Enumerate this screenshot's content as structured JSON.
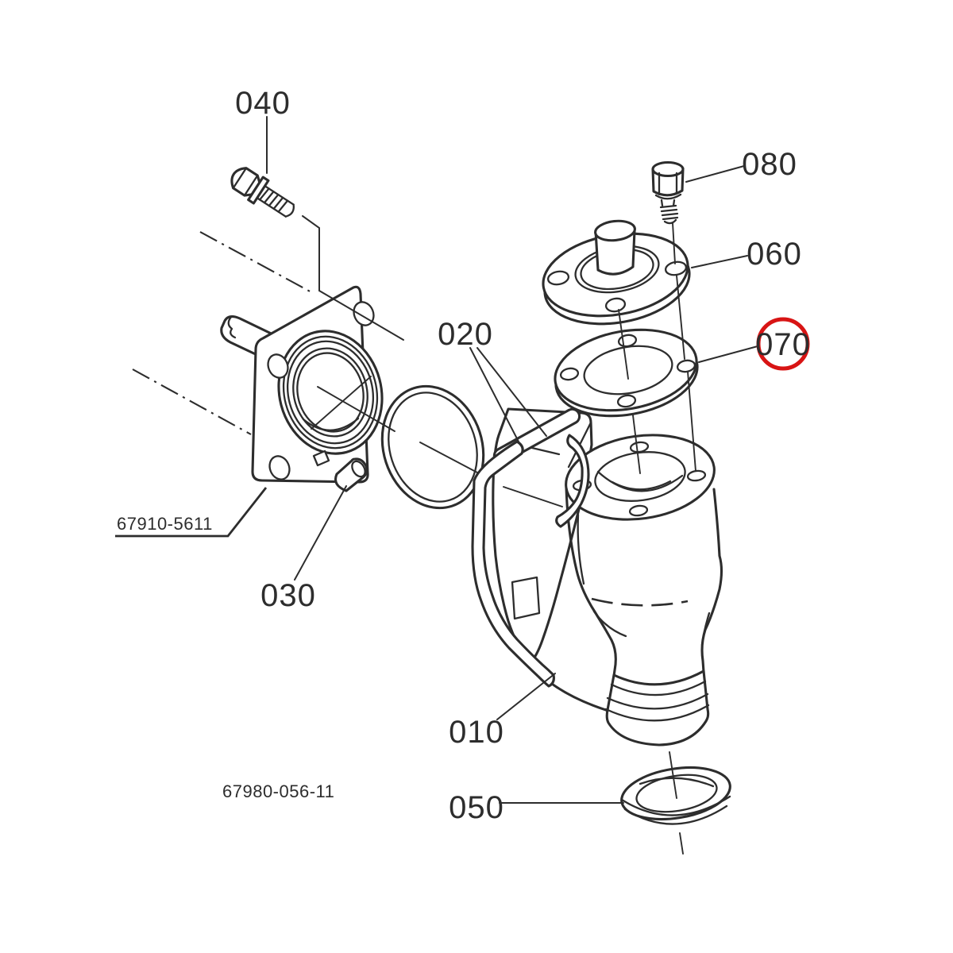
{
  "diagram": {
    "background_color": "#ffffff",
    "line_color": "#2d2d2d",
    "highlight_color": "#d81414",
    "highlighted_callout": "070",
    "callouts": [
      {
        "id": "040",
        "text": "040"
      },
      {
        "id": "080",
        "text": "080"
      },
      {
        "id": "060",
        "text": "060"
      },
      {
        "id": "070",
        "text": "070"
      },
      {
        "id": "020",
        "text": "020"
      },
      {
        "id": "030",
        "text": "030"
      },
      {
        "id": "010",
        "text": "010"
      },
      {
        "id": "050",
        "text": "050"
      }
    ],
    "part_codes": [
      {
        "text": "67910-5611",
        "underlined": true
      },
      {
        "text": "67980-056-11",
        "underlined": false
      }
    ]
  }
}
